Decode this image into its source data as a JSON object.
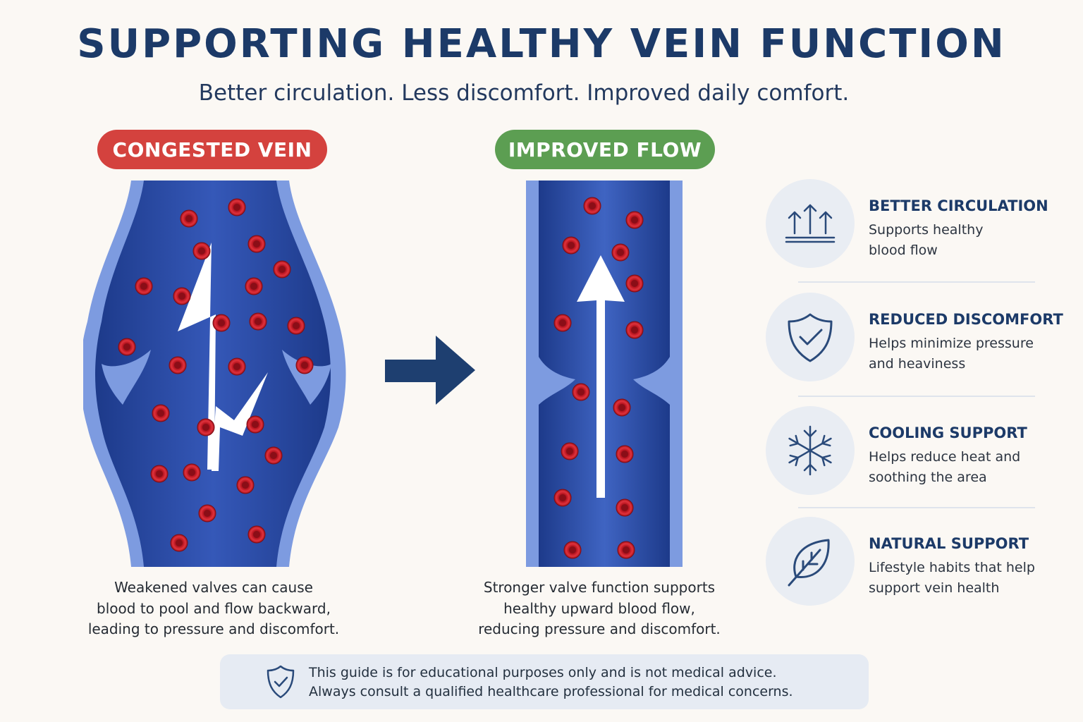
{
  "title": "SUPPORTING HEALTHY VEIN FUNCTION",
  "subtitle": "Better circulation. Less discomfort. Improved daily comfort.",
  "congested": {
    "label": "CONGESTED VEIN",
    "caption": [
      "Weakened valves can cause",
      "blood to pool and flow backward,",
      "leading to pressure and discomfort."
    ]
  },
  "improved": {
    "label": "IMPROVED FLOW",
    "caption": [
      "Stronger valve function supports",
      "healthy upward blood flow,",
      "reducing pressure and discomfort."
    ]
  },
  "benefits": [
    {
      "icon": "upward-arrows-icon",
      "title": "BETTER CIRCULATION",
      "desc": "Supports healthy blood flow"
    },
    {
      "icon": "shield-check-icon",
      "title": "REDUCED DISCOMFORT",
      "desc": "Helps minimize pressure and heaviness"
    },
    {
      "icon": "snowflake-icon",
      "title": "COOLING SUPPORT",
      "desc": "Helps reduce heat and soothing the area"
    },
    {
      "icon": "leaf-icon",
      "title": "NATURAL SUPPORT",
      "desc": "Lifestyle habits that help support vein health"
    }
  ],
  "disclaimer": {
    "icon": "shield-check-icon",
    "lines": [
      "This guide is for educational purposes only and is not medical advice.",
      "Always consult a qualified healthcare professional for medical concerns."
    ]
  },
  "colors": {
    "red_pill": "#d4423e",
    "green_pill": "#5c9e52",
    "vein_wall": "#7d9be0",
    "vein_interior": "#2d4fae",
    "blood_cell": "#cc1f2a",
    "navy": "#1c3a68"
  }
}
